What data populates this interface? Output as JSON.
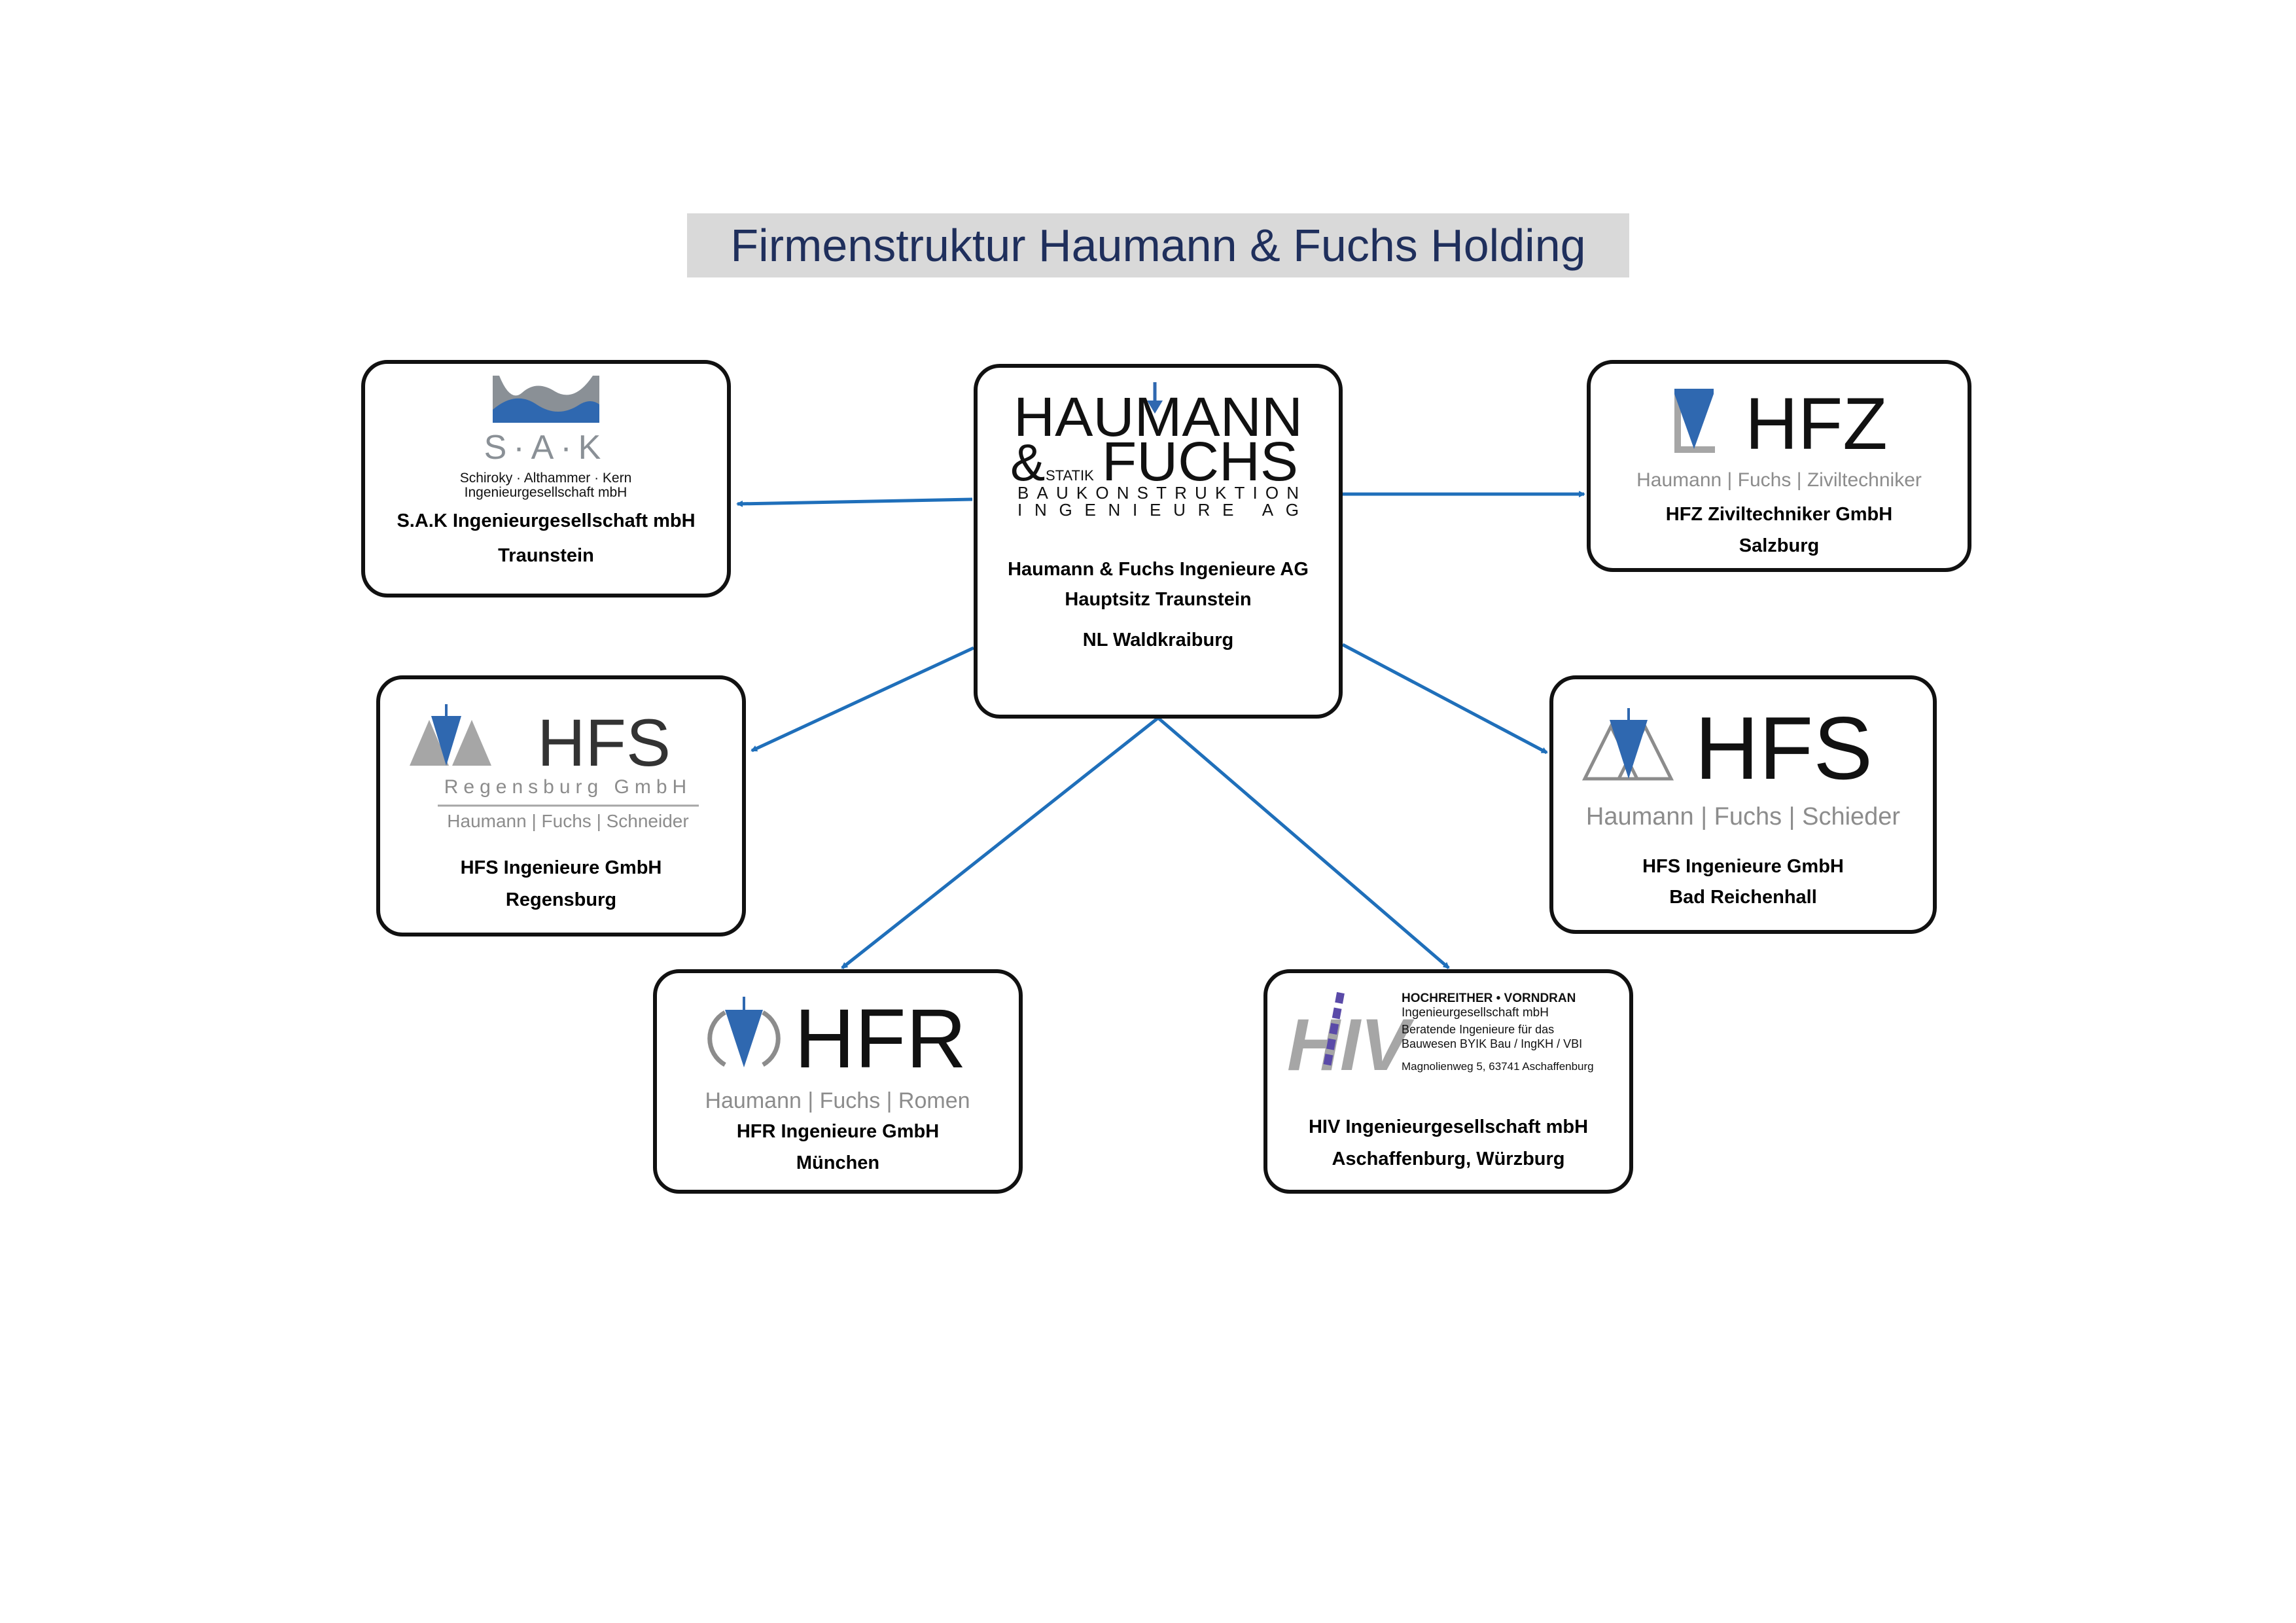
{
  "title": "Firmenstruktur Haumann & Fuchs Holding",
  "colors": {
    "connector": "#1f6fba",
    "logo_blue": "#2f68b0",
    "logo_gray": "#a6a6a6",
    "title_text": "#1f2f5c",
    "title_bg": "#d9d9d9"
  },
  "center": {
    "logo": {
      "line1": "HAUMANN",
      "amp": "&",
      "line2": "FUCHS",
      "statik": "STATIK",
      "line3": "BAUKONSTRUKTION",
      "line4": "INGENIEURE AG"
    },
    "name": "Haumann & Fuchs Ingenieure AG",
    "location1": "Hauptsitz Traunstein",
    "location2": "NL Waldkraiburg"
  },
  "sak": {
    "logo": {
      "letters": "S·A·K",
      "line1": "Schiroky · Althammer · Kern",
      "line2": "Ingenieurgesellschaft mbH"
    },
    "name": "S.A.K Ingenieurgesellschaft mbH",
    "location": "Traunstein"
  },
  "hfz": {
    "logo": {
      "mark": "HFZ",
      "tagline": "Haumann | Fuchs | Ziviltechniker"
    },
    "name": "HFZ Ziviltechniker GmbH",
    "location": "Salzburg"
  },
  "hfs_regensburg": {
    "logo": {
      "mark": "HFS",
      "sub": "Regensburg GmbH",
      "tagline": "Haumann | Fuchs | Schneider"
    },
    "name": "HFS Ingenieure GmbH",
    "location": "Regensburg"
  },
  "hfs_reichenhall": {
    "logo": {
      "mark": "HFS",
      "tagline": "Haumann | Fuchs | Schieder"
    },
    "name": "HFS Ingenieure GmbH",
    "location": "Bad Reichenhall"
  },
  "hfr": {
    "logo": {
      "mark": "HFR",
      "tagline": "Haumann | Fuchs | Romen"
    },
    "name": "HFR Ingenieure GmbH",
    "location": "München"
  },
  "hiv": {
    "logo": {
      "mark": "HIV",
      "line1": "HOCHREITHER • VORNDRAN",
      "line2": "Ingenieurgesellschaft mbH",
      "line3": "Beratende Ingenieure für das",
      "line4": "Bauwesen BYIK Bau / IngKH / VBI",
      "line5": "Magnolienweg 5, 63741 Aschaffenburg"
    },
    "name": "HIV Ingenieurgesellschaft mbH",
    "location": "Aschaffenburg, Würzburg"
  }
}
